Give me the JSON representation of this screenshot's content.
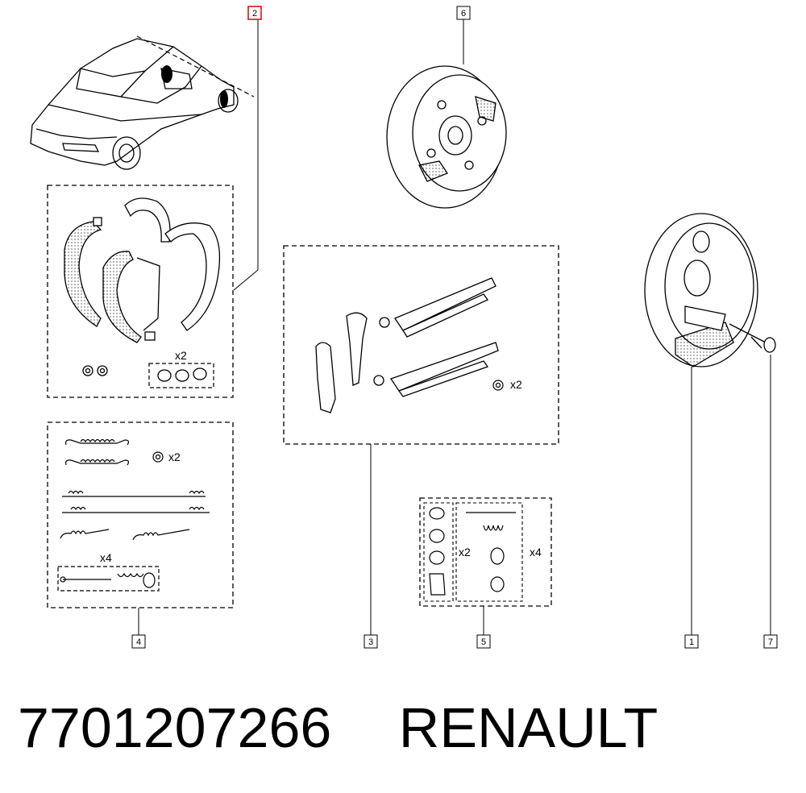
{
  "callouts": [
    {
      "id": "1",
      "highlighted": false
    },
    {
      "id": "2",
      "highlighted": true
    },
    {
      "id": "3",
      "highlighted": false
    },
    {
      "id": "4",
      "highlighted": false
    },
    {
      "id": "5",
      "highlighted": false
    },
    {
      "id": "6",
      "highlighted": false
    },
    {
      "id": "7",
      "highlighted": false
    }
  ],
  "quantities": {
    "shoe_kit_clips": "x2",
    "spring_kit_washer": "x2",
    "spring_kit_pin_set": "x4",
    "adjuster_kit_washer": "x2",
    "hardware_kit_left": "x2",
    "hardware_kit_right": "x4"
  },
  "footer": {
    "part_number": "7701207266",
    "brand": "RENAULT"
  },
  "colors": {
    "line": "#000000",
    "highlight": "#e00000",
    "background": "#ffffff"
  },
  "icons": [
    "car-icon",
    "brake-shoe-icon",
    "spring-icon",
    "adjuster-lever-icon",
    "backing-plate-icon",
    "drum-icon",
    "bolt-icon"
  ]
}
